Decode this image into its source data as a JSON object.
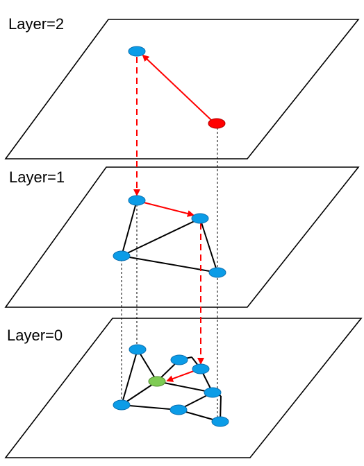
{
  "layers": [
    {
      "label": "Layer=2"
    },
    {
      "label": "Layer=1"
    },
    {
      "label": "Layer=0"
    }
  ],
  "colors": {
    "node_default": "#0b9ce7",
    "node_entry": "#ff0000",
    "node_result": "#7ecb53",
    "search_path": "#ff0000",
    "graph_edge": "#000000",
    "plane_outline": "#000000"
  }
}
